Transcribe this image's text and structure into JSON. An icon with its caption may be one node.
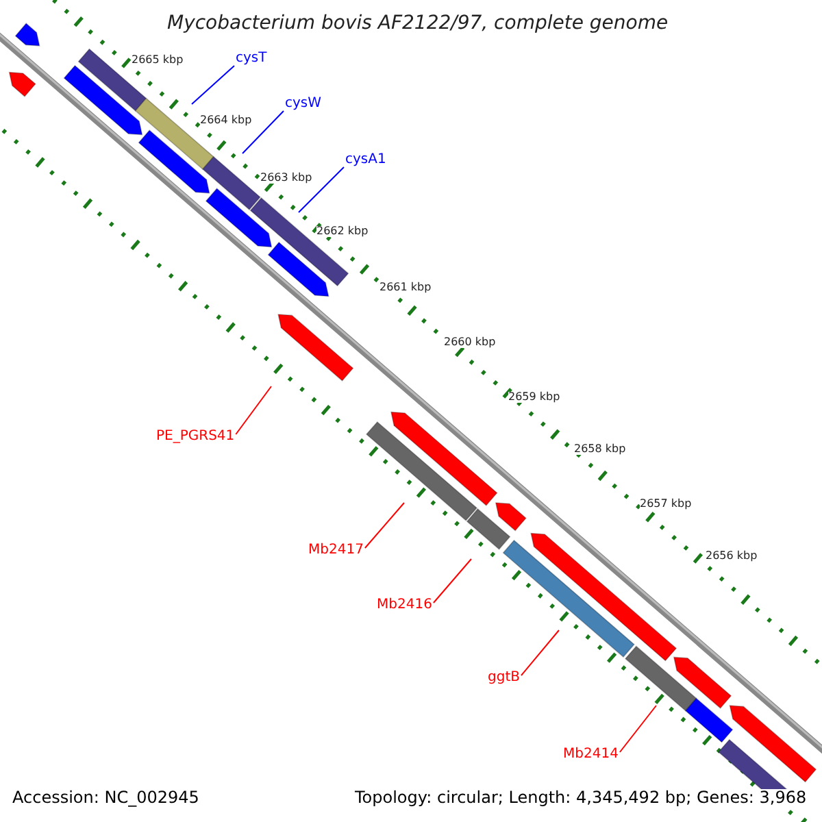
{
  "diagram": {
    "title": "Mycobacterium bovis AF2122/97, complete genome",
    "nodes": [
      {
        "text": [
          "cysT"
        ]
      },
      {
        "text": [
          "cysW"
        ]
      },
      {
        "text": [
          "cysA1"
        ]
      },
      {
        "text": [
          "PE_PGRS41"
        ]
      },
      {
        "text": [
          "Mb2417"
        ]
      },
      {
        "text": [
          "Mb2416"
        ]
      },
      {
        "text": [
          "ggtB"
        ]
      },
      {
        "text": [
          "Mb2414"
        ]
      }
    ],
    "edges": [
      {
        "from": 0,
        "to": null,
        "arrow": "none",
        "color": "#0000ff"
      },
      {
        "from": 1,
        "to": null,
        "arrow": "none",
        "color": "#0000ff"
      },
      {
        "from": 2,
        "to": null,
        "arrow": "none",
        "color": "#0000ff"
      },
      {
        "from": 3,
        "to": null,
        "arrow": "none"
      },
      {
        "from": 4,
        "to": null,
        "arrow": "none"
      },
      {
        "from": 5,
        "to": null,
        "arrow": "none"
      },
      {
        "from": 6,
        "to": null,
        "arrow": "none"
      },
      {
        "from": 7,
        "to": null,
        "arrow": "none"
      }
    ],
    "labels": [
      "2665 kbp",
      "2664 kbp",
      "2663 kbp",
      "2662 kbp",
      "2661 kbp",
      "2660 kbp",
      "2659 kbp",
      "2658 kbp",
      "2657 kbp",
      "2656 kbp",
      "Accession: NC_002945",
      "Topology: circular; Length: 4,345,492 bp; Genes: 3,968"
    ]
  }
}
